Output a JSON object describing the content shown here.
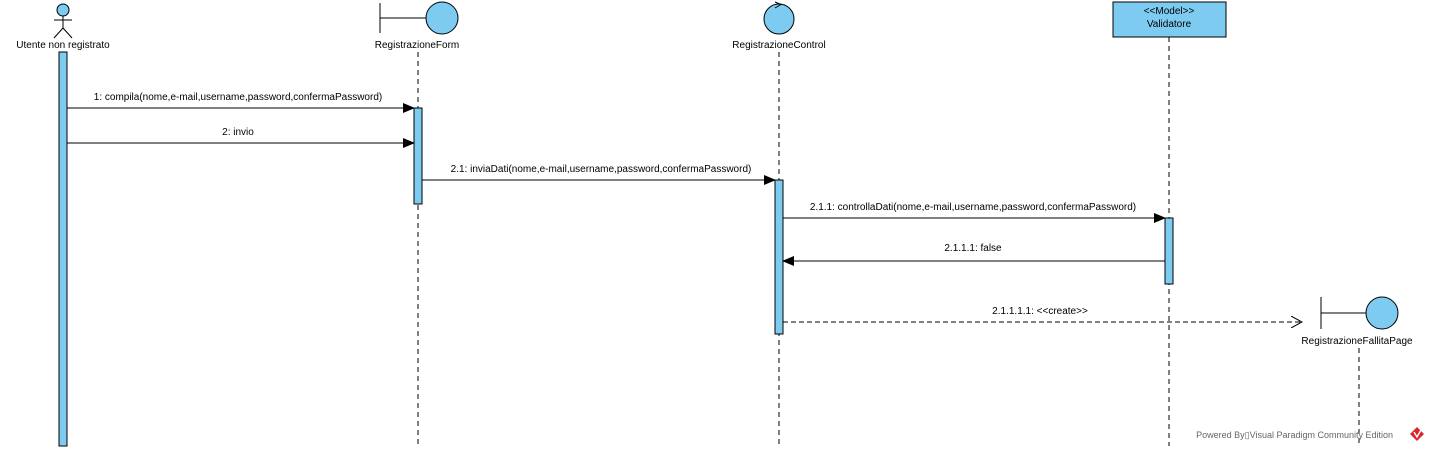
{
  "participants": {
    "actor": {
      "name": "Utente non registrato"
    },
    "form": {
      "name": "RegistrazioneForm"
    },
    "control": {
      "name": "RegistrazioneControl"
    },
    "validator": {
      "stereotype": "<<Model>>",
      "name": "Validatore"
    },
    "failpage": {
      "name": "RegistrazioneFallitaPage"
    }
  },
  "messages": {
    "m1": "1: compila(nome,e-mail,username,password,confermaPassword)",
    "m2": "2: invio",
    "m21": "2.1: inviaDati(nome,e-mail,username,password,confermaPassword)",
    "m211": "2.1.1: controllaDati(nome,e-mail,username,password,confermaPassword)",
    "m2111": "2.1.1.1: false",
    "m21111": "2.1.1.1.1: <<create>>"
  },
  "footer": {
    "text": "Powered By▯Visual Paradigm Community Edition"
  },
  "colors": {
    "fill": "#7ecbf2",
    "stroke": "#000000",
    "logo": "#d9262c"
  }
}
